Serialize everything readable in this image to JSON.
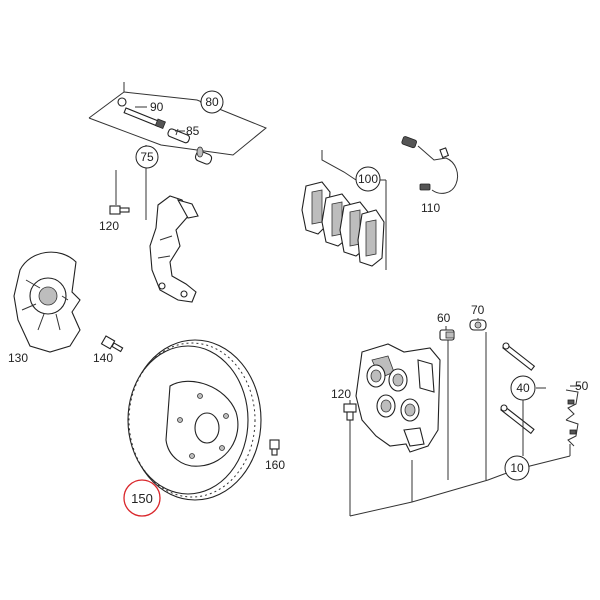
{
  "highlight_color": "#d9262b",
  "callouts": {
    "p10": "10",
    "p40": "40",
    "p50": "50",
    "p60": "60",
    "p70": "70",
    "p75": "75",
    "p80": "80",
    "p85": "85",
    "p90": "90",
    "p100": "100",
    "p110": "110",
    "p120a": "120",
    "p120b": "120",
    "p130": "130",
    "p140": "140",
    "p150": "150",
    "p160": "160"
  },
  "selected_part": "150"
}
